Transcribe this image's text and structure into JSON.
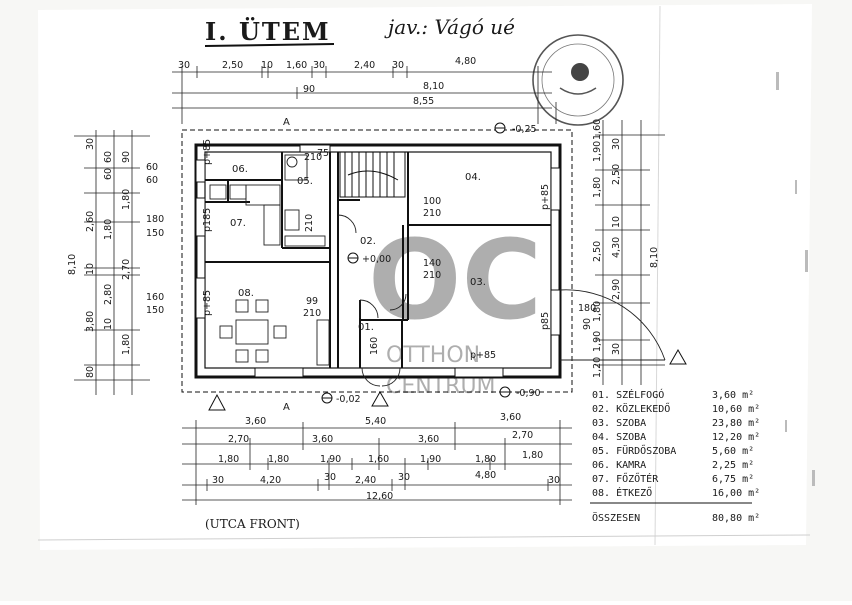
{
  "title": "I. ÜTEM",
  "note": "jav.: Vágó ué",
  "street_label": "(UTCA FRONT)",
  "watermark": {
    "logo": "OC",
    "line1": "OTTHON",
    "line2": "CENTRUM"
  },
  "rooms": [
    {
      "num": "01.",
      "name": "SZÉLFOGÓ",
      "area": "3,60 m²"
    },
    {
      "num": "02.",
      "name": "KÖZLEKEDŐ",
      "area": "10,60 m²"
    },
    {
      "num": "03.",
      "name": "SZOBA",
      "area": "23,80 m²"
    },
    {
      "num": "04.",
      "name": "SZOBA",
      "area": "12,20 m²"
    },
    {
      "num": "05.",
      "name": "FÜRDŐSZOBA",
      "area": "5,60 m²"
    },
    {
      "num": "06.",
      "name": "KAMRA",
      "area": "2,25 m²"
    },
    {
      "num": "07.",
      "name": "FŐZŐTÉR",
      "area": "6,75 m²"
    },
    {
      "num": "08.",
      "name": "ÉTKEZŐ",
      "area": "16,00 m²"
    }
  ],
  "total": {
    "label": "ÖSSZESEN",
    "area": "80,80 m²"
  },
  "room_labels": [
    "01.",
    "02.",
    "03.",
    "04.",
    "05.",
    "06.",
    "07.",
    "08."
  ],
  "dims_top": {
    "row1": [
      "30",
      "2,50",
      "10",
      "1,60",
      "30",
      "2,40",
      "30",
      "4,80"
    ],
    "row2": "8,10",
    "row3": [
      "90",
      "8,55"
    ]
  },
  "dims_bottom": {
    "row1": [
      "3,60",
      "5,40",
      "3,60"
    ],
    "row2": [
      "2,70",
      "3,60",
      "3,60",
      "2,70"
    ],
    "row3": [
      "1,80",
      "1,80",
      "1,90",
      "1,60",
      "1,90",
      "1,80",
      "1,80"
    ],
    "row4": [
      "30",
      "4,20",
      "30",
      "2,40",
      "30",
      "4,80",
      "30"
    ],
    "row5": "12,60"
  },
  "dims_left": {
    "row_a": [
      "30",
      "60",
      "60",
      "90",
      "1,80",
      "2,70",
      "1,80",
      "80"
    ],
    "row_b": [
      "2,60",
      "10",
      "1,80",
      "2,80",
      "10",
      "3,80"
    ],
    "row_c": "8,10"
  },
  "dims_right": {
    "row_a": [
      "1,60",
      "1,90",
      "1,80",
      "2,50",
      "1,80",
      "1,90",
      "1,20"
    ],
    "row_b": [
      "30",
      "2,50",
      "10",
      "4,30",
      "2,90",
      "30"
    ],
    "row_c": "8,10"
  },
  "openings": [
    "60",
    "60",
    "180",
    "150",
    "160",
    "150",
    "100",
    "210",
    "140",
    "210",
    "99",
    "210",
    "180",
    "90",
    "160",
    "210",
    "75",
    "210"
  ],
  "levels": [
    "-0,25",
    "+0,00",
    "-0,02",
    "-0,90"
  ],
  "parapets": [
    "p+85",
    "p185",
    "p+85",
    "p+85",
    "p85",
    "p+85"
  ]
}
